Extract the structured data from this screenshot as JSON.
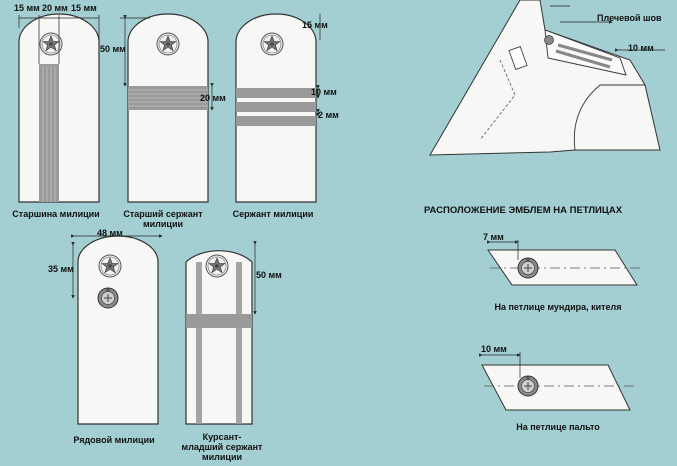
{
  "dims": {
    "w15a": "15 мм",
    "w20": "20 мм",
    "w15b": "15 мм",
    "d50a": "50 мм",
    "d20": "20 мм",
    "d15": "15 мм",
    "d10": "10 мм",
    "d2": "2 мм",
    "w48": "48 мм",
    "d35": "35 мм",
    "d50b": "50 мм",
    "shoulder_10": "10 мм",
    "tab_7": "7 мм",
    "tab_10": "10 мм"
  },
  "captions": {
    "starshina": "Старшина милиции",
    "starshiy_line1": "Старший сержант",
    "starshiy_line2": "милиции",
    "serzhant": "Сержант милиции",
    "ryadovoy": "Рядовой милиции",
    "kursant_line1": "Курсант-",
    "kursant_line2": "младший сержант",
    "kursant_line3": "милиции"
  },
  "shoulder": {
    "seam_label": "Плечевой шов"
  },
  "emblems": {
    "heading": "РАСПОЛОЖЕНИЕ ЭМБЛЕМ НА ПЕТЛИЦАХ",
    "tunic_caption": "На петлице мундира, кителя",
    "coat_caption": "На петлице пальто"
  },
  "colors": {
    "background": "#a3cfd3",
    "board": "#f7f7f5",
    "stripe": "#9a9a9a",
    "outline": "#333333"
  }
}
